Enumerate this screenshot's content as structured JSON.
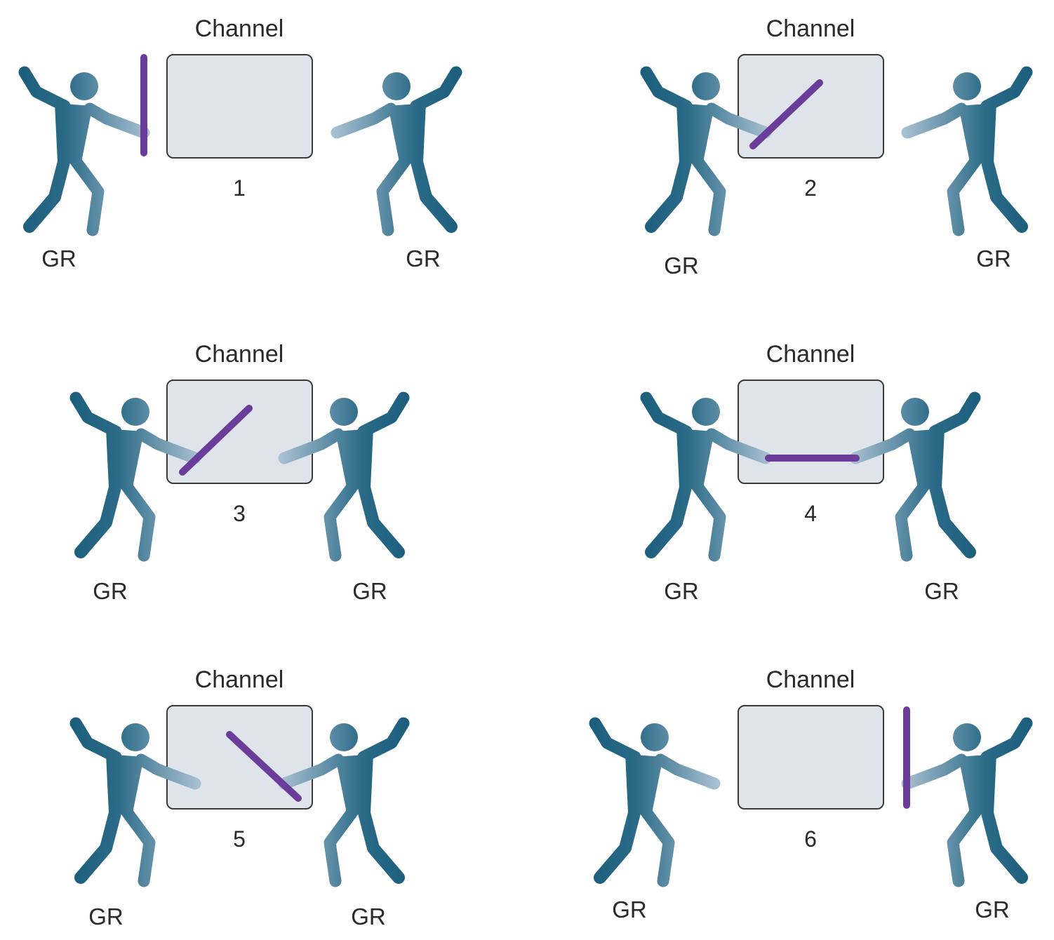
{
  "colors": {
    "figure_dark": "#1c5f7d",
    "figure_light": "#9bb5c8",
    "bar": "#6a3d9a",
    "box_fill": "#dfe3ea",
    "box_stroke": "#3a3a3a"
  },
  "panels": [
    {
      "title": "Channel",
      "number": "1",
      "left_label": "GR",
      "right_label": "GR",
      "bar_state": "vertical-left-outside"
    },
    {
      "title": "Channel",
      "number": "2",
      "left_label": "GR",
      "right_label": "GR",
      "bar_state": "diagonal-rising"
    },
    {
      "title": "Channel",
      "number": "3",
      "left_label": "GR",
      "right_label": "GR",
      "bar_state": "diagonal-rising"
    },
    {
      "title": "Channel",
      "number": "4",
      "left_label": "GR",
      "right_label": "GR",
      "bar_state": "horizontal"
    },
    {
      "title": "Channel",
      "number": "5",
      "left_label": "GR",
      "right_label": "GR",
      "bar_state": "diagonal-falling"
    },
    {
      "title": "Channel",
      "number": "6",
      "left_label": "GR",
      "right_label": "GR",
      "bar_state": "vertical-right-outside"
    }
  ]
}
